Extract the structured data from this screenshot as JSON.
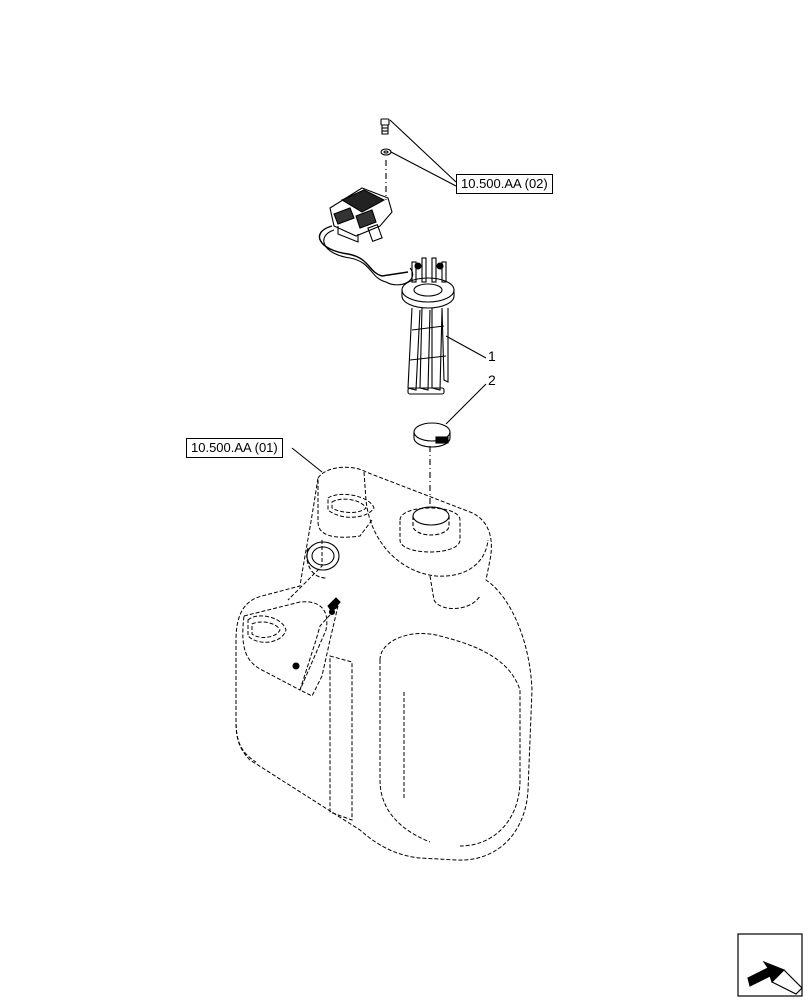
{
  "diagram": {
    "references": [
      {
        "id": "ref-top",
        "label": "10.500.AA (02)"
      },
      {
        "id": "ref-left",
        "label": "10.500.AA (01)"
      }
    ],
    "callouts": [
      {
        "id": "callout-1",
        "label": "1"
      },
      {
        "id": "callout-2",
        "label": "2"
      }
    ]
  }
}
